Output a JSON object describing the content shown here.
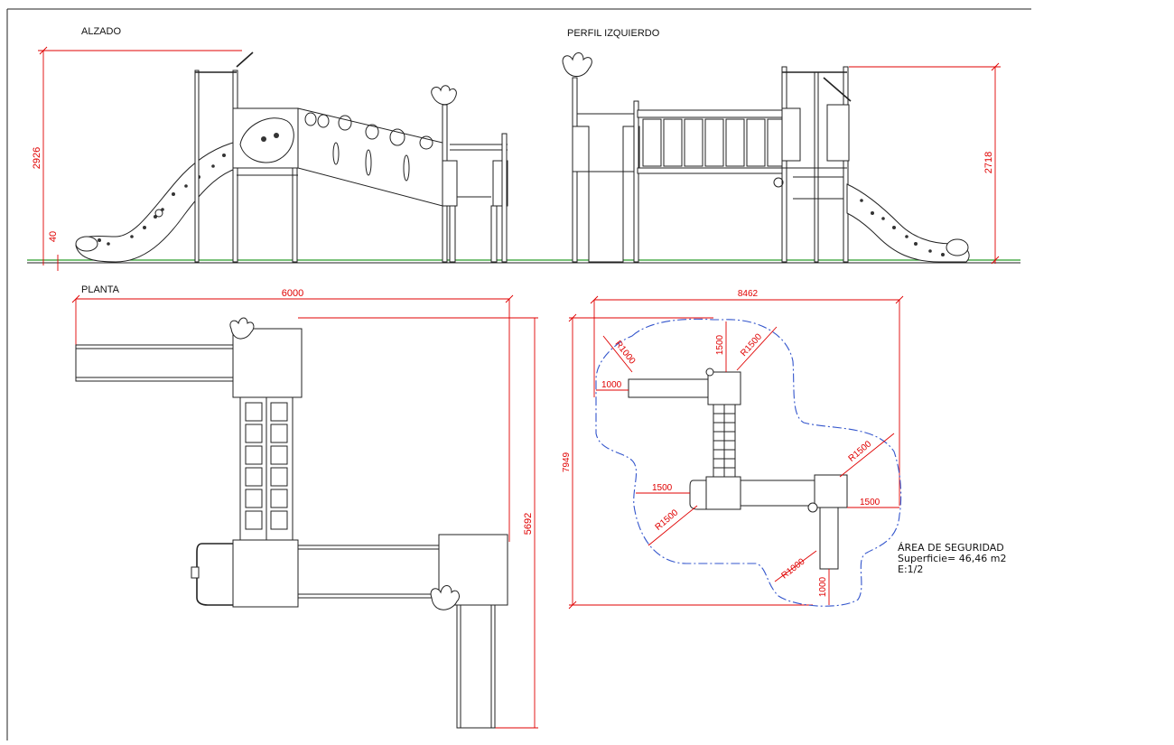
{
  "views": {
    "alzado": {
      "title": "ALZADO",
      "height_dim": "2926",
      "base_dim": "40"
    },
    "perfil": {
      "title": "PERFIL IZQUIERDO",
      "height_dim": "2718"
    },
    "planta": {
      "title": "PLANTA",
      "width_dim": "6000",
      "depth_dim": "5692"
    },
    "safety": {
      "width_dim": "8462",
      "depth_dim": "7949",
      "labels": {
        "r1000_top": "R1000",
        "d1500_top": "1500",
        "r1500_top": "R1500",
        "d1000_left": "1000",
        "d1500_left": "1500",
        "r1500_right": "R1500",
        "d1500_right": "1500",
        "r1500_bottom": "R1500",
        "r1000_bottom": "R1000",
        "d1000_bottom": "1000"
      },
      "area_title": "ÁREA DE SEGURIDAD",
      "area_surface": "Superficie= 46,46 m2",
      "area_scale": "E:1/2"
    }
  },
  "colors": {
    "dimension": "#e00000",
    "ground": "#2a9d2a",
    "safety_outline": "#3355cc",
    "linework": "#222222"
  }
}
